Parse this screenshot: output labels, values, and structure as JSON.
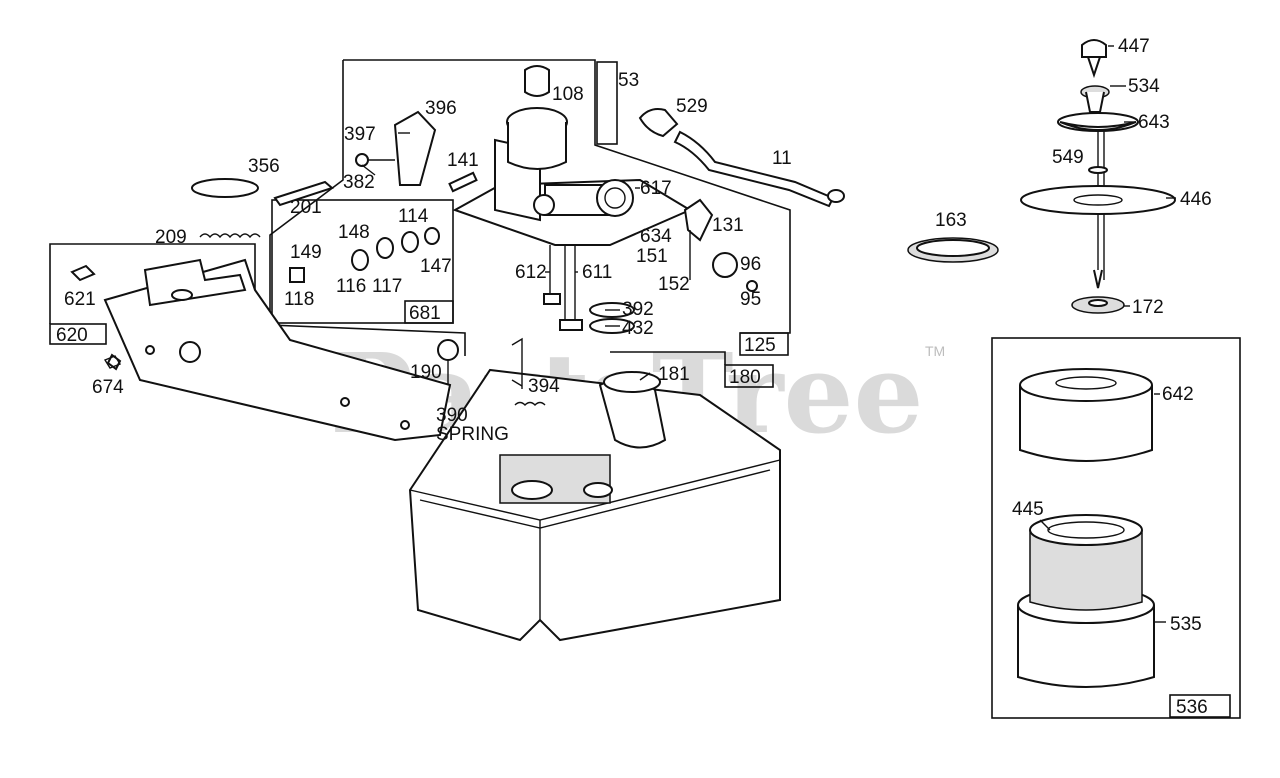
{
  "watermark": {
    "text": "PartsTree",
    "trademark": "TM"
  },
  "callouts": [
    "447",
    "534",
    "643",
    "549",
    "446",
    "163",
    "172",
    "642",
    "445",
    "535",
    "108",
    "53",
    "529",
    "11",
    "396",
    "397",
    "356",
    "382",
    "201",
    "141",
    "617",
    "131",
    "634",
    "96",
    "95",
    "151",
    "152",
    "612",
    "611",
    "392",
    "432",
    "209",
    "114",
    "148",
    "149",
    "147",
    "116",
    "117",
    "118",
    "621",
    "674",
    "190",
    "394",
    "181",
    "390",
    "SPRING"
  ],
  "group_boxes": [
    "620",
    "681",
    "125",
    "180",
    "536"
  ]
}
